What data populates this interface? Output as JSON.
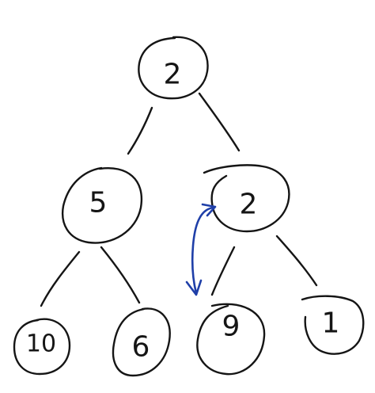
{
  "tree": {
    "nodes": [
      {
        "id": "root",
        "label": "2"
      },
      {
        "id": "left",
        "label": "5"
      },
      {
        "id": "right",
        "label": "2"
      },
      {
        "id": "left-left",
        "label": "10"
      },
      {
        "id": "left-right",
        "label": "6"
      },
      {
        "id": "right-left",
        "label": "9"
      },
      {
        "id": "right-right",
        "label": "1"
      }
    ]
  },
  "colors": {
    "ink": "#151515",
    "arrow": "#1f3fa8",
    "background": "#ffffff"
  }
}
